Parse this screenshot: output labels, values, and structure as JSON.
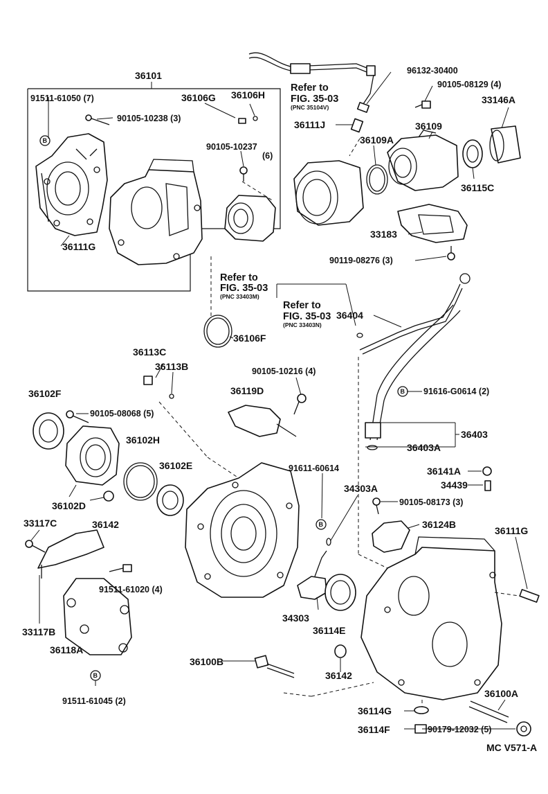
{
  "figure_code": "MC V571-A",
  "group_label": "36101",
  "refs": [
    {
      "title": "Refer to",
      "fig": "FIG. 35-03",
      "pnc": "(PNC 35104V)"
    },
    {
      "title": "Refer to",
      "fig": "FIG. 35-03",
      "pnc": "(PNC 33403M)"
    },
    {
      "title": "Refer to",
      "fig": "FIG. 35-03",
      "pnc": "(PNC 33403N)"
    }
  ],
  "parts": [
    "91511-61050 (7)",
    "90105-10238 (3)",
    "36106G",
    "36106H",
    "90105-10237",
    "(6)",
    "36111G",
    "96132-30400",
    "90105-08129 (4)",
    "33146A",
    "36111J",
    "36109",
    "36109A",
    "36115C",
    "33183",
    "90119-08276 (3)",
    "36106F",
    "36404",
    "36113C",
    "36113B",
    "90105-10216 (4)",
    "91616-G0614 (2)",
    "36102F",
    "36119D",
    "90105-08068 (5)",
    "36403",
    "36403A",
    "36102H",
    "36102E",
    "91611-60614",
    "34303A",
    "36141A",
    "34439",
    "90105-08173 (3)",
    "36102D",
    "36142",
    "36124B",
    "36111G",
    "33117C",
    "91511-61020 (4)",
    "34303",
    "36114E",
    "33117B",
    "36118A",
    "36100B",
    "36142",
    "36100A",
    "91511-61045 (2)",
    "36114G",
    "36114F",
    "90179-12032 (5)"
  ],
  "bolt_marker": "B"
}
